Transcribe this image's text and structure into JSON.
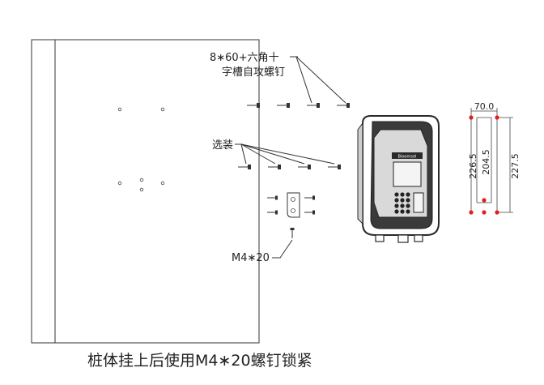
{
  "labels": {
    "screw_spec_line1": "8∗60+六角十",
    "screw_spec_line2": "字槽自攻螺钉",
    "optional": "选装",
    "m4_screw": "M4∗20",
    "caption": "桩体挂上后使用M4∗20螺钉锁紧",
    "brand": "Bloomsel"
  },
  "dimensions": {
    "width": "70.0",
    "h1": "226.5",
    "h2": "204.5",
    "h3": "227.5"
  },
  "colors": {
    "line": "#333333",
    "marker": "#e0201c",
    "device_dark": "#2a2a2a"
  }
}
